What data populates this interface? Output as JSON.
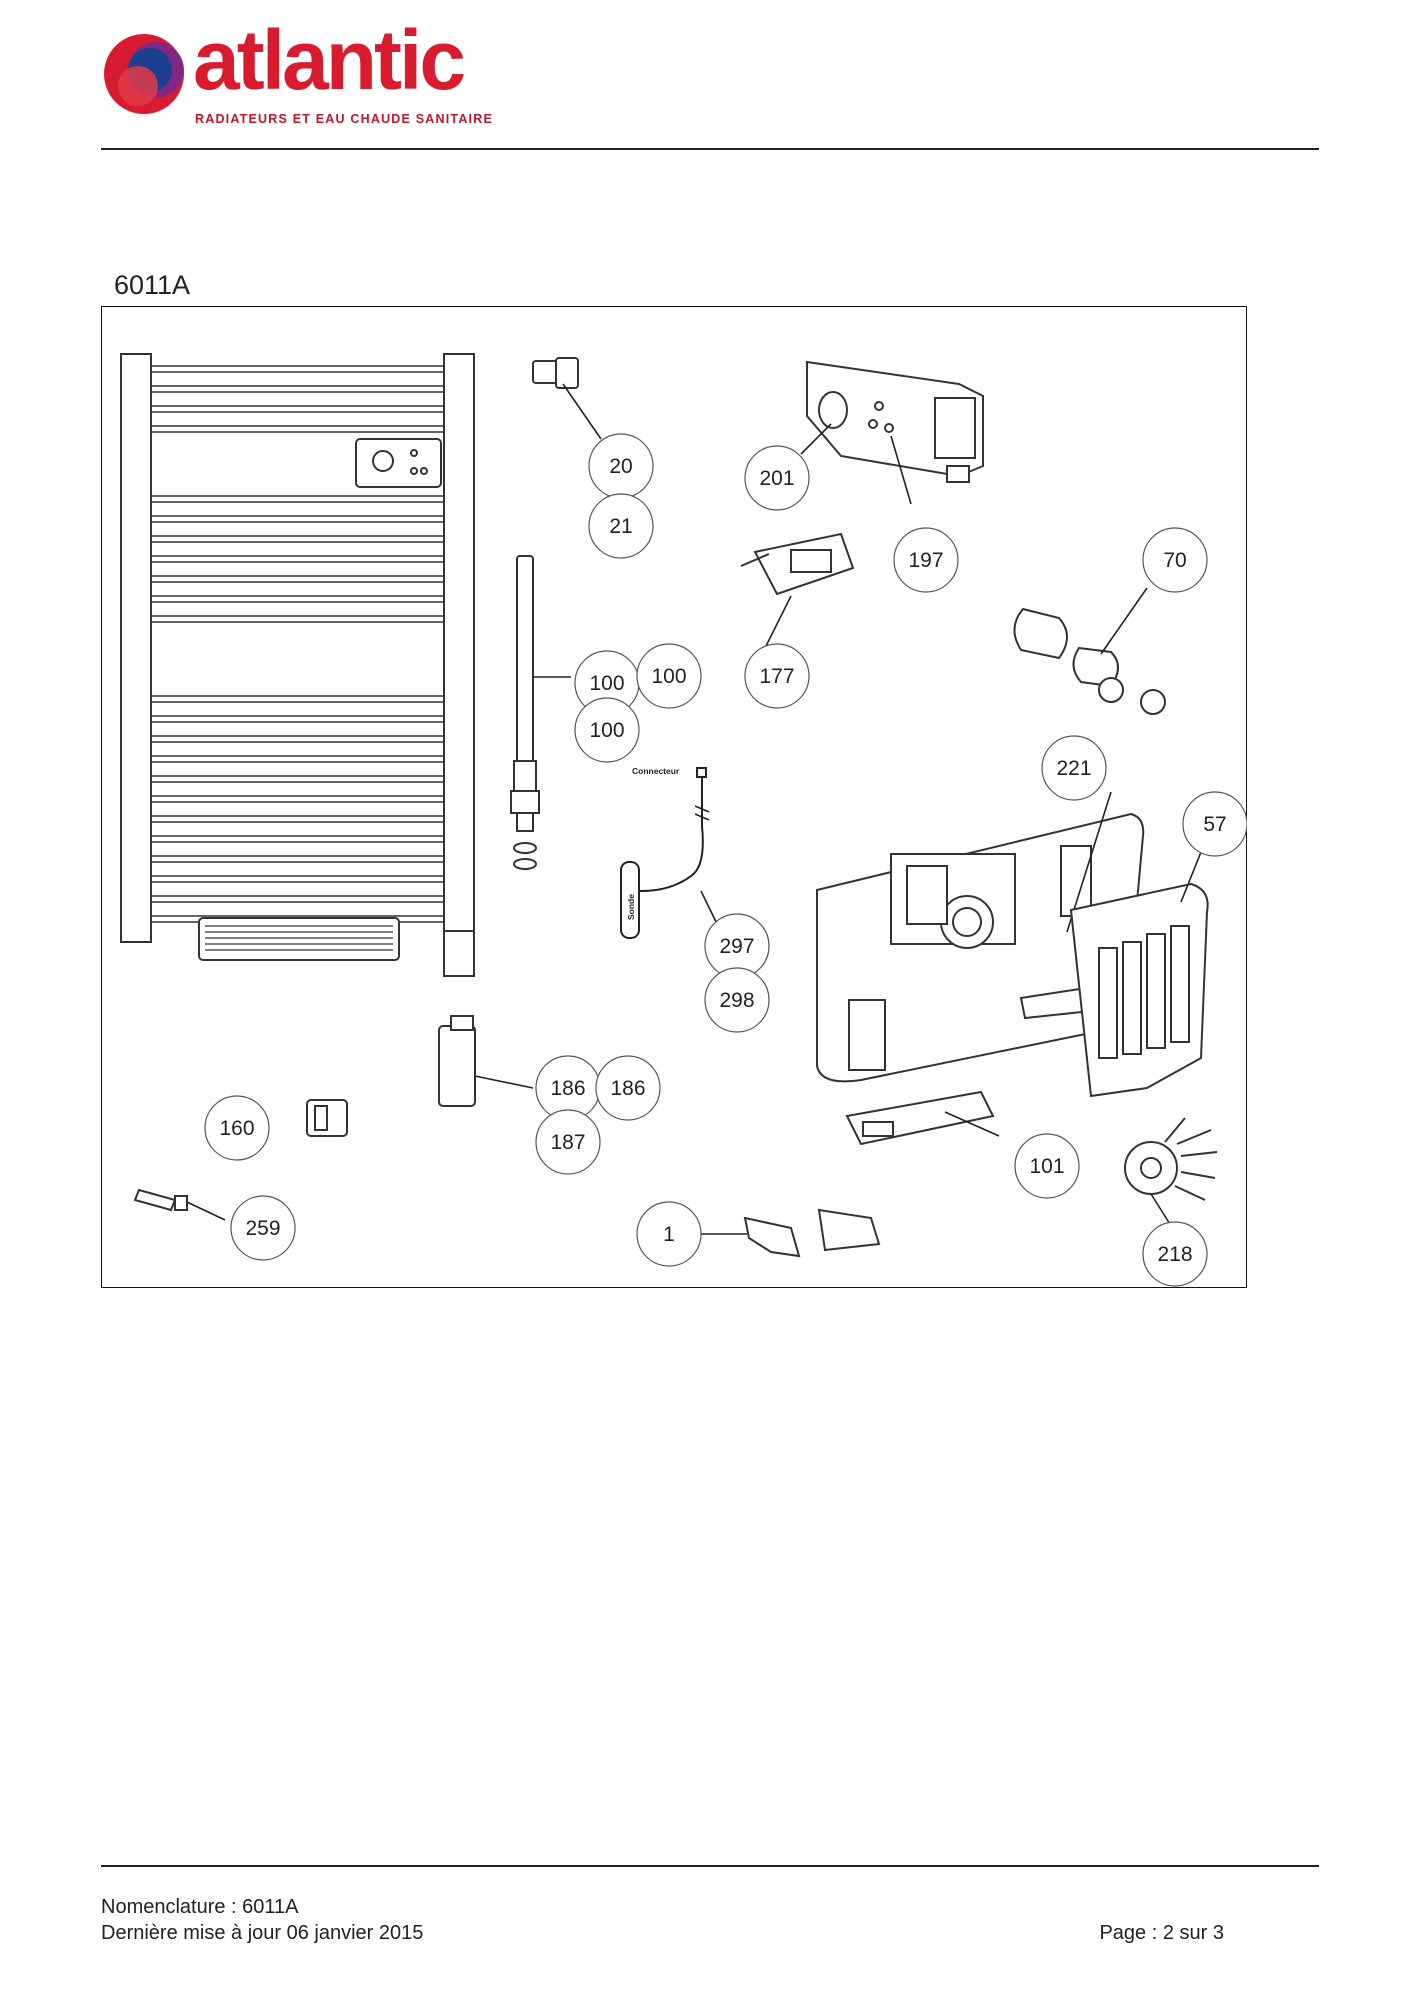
{
  "header": {
    "brand": "atlantic",
    "tagline": "RADIATEURS ET EAU CHAUDE SANITAIRE"
  },
  "diagram": {
    "title": "6011A",
    "inline_labels": {
      "connector": "Connecteur",
      "probe": "Sonde"
    },
    "callouts": [
      {
        "id": "c20",
        "label": "20"
      },
      {
        "id": "c21",
        "label": "21"
      },
      {
        "id": "c201",
        "label": "201"
      },
      {
        "id": "c197",
        "label": "197"
      },
      {
        "id": "c70",
        "label": "70"
      },
      {
        "id": "c100a",
        "label": "100"
      },
      {
        "id": "c100b",
        "label": "100"
      },
      {
        "id": "c100c",
        "label": "100"
      },
      {
        "id": "c177",
        "label": "177"
      },
      {
        "id": "c221",
        "label": "221"
      },
      {
        "id": "c57",
        "label": "57"
      },
      {
        "id": "c297",
        "label": "297"
      },
      {
        "id": "c298",
        "label": "298"
      },
      {
        "id": "c186a",
        "label": "186"
      },
      {
        "id": "c186b",
        "label": "186"
      },
      {
        "id": "c187",
        "label": "187"
      },
      {
        "id": "c160",
        "label": "160"
      },
      {
        "id": "c101",
        "label": "101"
      },
      {
        "id": "c259",
        "label": "259"
      },
      {
        "id": "c1",
        "label": "1"
      },
      {
        "id": "c218",
        "label": "218"
      }
    ]
  },
  "footer": {
    "nomenclature": "Nomenclature : 6011A",
    "updated": "Dernière mise à jour 06 janvier 2015",
    "page": "Page : 2 sur 3"
  },
  "colors": {
    "brand_red": "#d81b2e",
    "logo_blue": "#1d3f8f",
    "logo_purple": "#7a2a8c"
  }
}
